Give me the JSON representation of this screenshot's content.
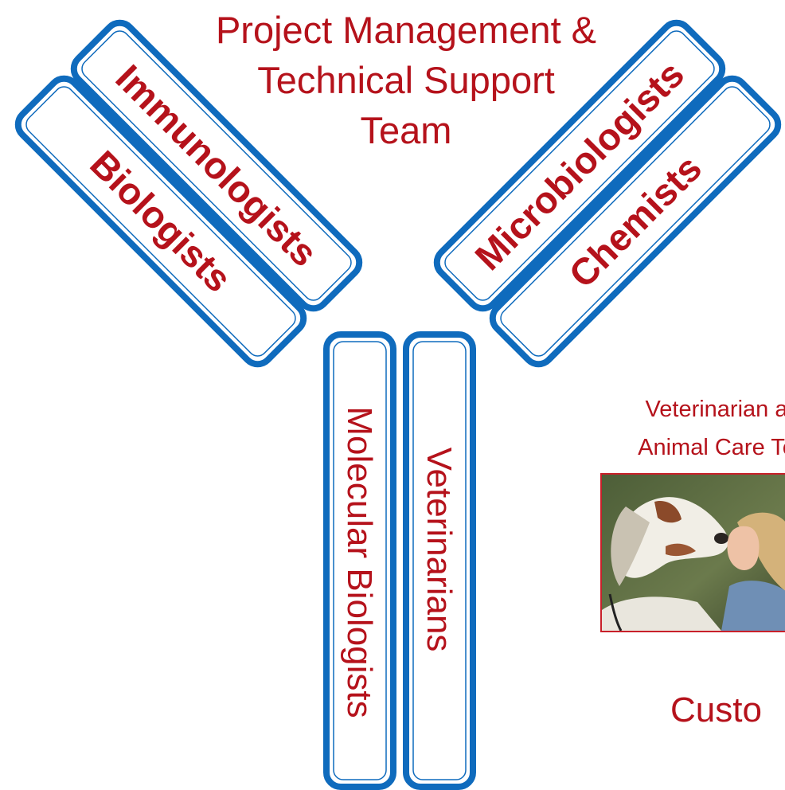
{
  "title": {
    "line1": "Project Management &",
    "line2": "Technical Support",
    "line3": "Team"
  },
  "antibody_arms": {
    "left_outer": "Biologists",
    "left_inner": "Immunologists",
    "right_inner": "Microbiologists",
    "right_outer": "Chemists",
    "stem_left": "Molecular Biologists",
    "stem_right": "Veterinarians"
  },
  "vet_team": {
    "line1": "Veterinarian a",
    "line2": "Animal Care Te"
  },
  "customer_label": "Custo",
  "colors": {
    "text_red": "#b5121b",
    "bar_blue": "#0f6bbd",
    "photo_border": "#c8202a"
  },
  "photo": {
    "icon": "goat-and-woman-photo"
  }
}
